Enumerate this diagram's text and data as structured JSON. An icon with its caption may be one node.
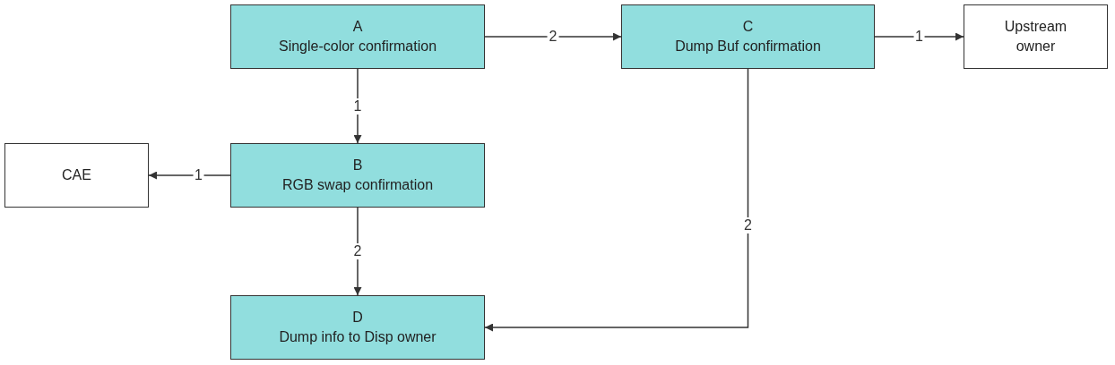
{
  "diagram": {
    "nodes": [
      {
        "text": [
          "A",
          "Single-color confirmation"
        ]
      },
      {
        "text": [
          "C",
          "Dump Buf confirmation"
        ]
      },
      {
        "text": [
          "Upstream owner"
        ]
      },
      {
        "text": [
          "CAE"
        ]
      },
      {
        "text": [
          "B",
          "RGB swap confirmation"
        ]
      },
      {
        "text": [
          "D",
          "Dump info to Disp owner"
        ]
      }
    ],
    "edges": [
      {
        "from": 0,
        "to": 1,
        "arrow": "to",
        "label": "2"
      },
      {
        "from": 1,
        "to": 2,
        "arrow": "to",
        "label": "1"
      },
      {
        "from": 0,
        "to": 4,
        "arrow": "to",
        "label": "1"
      },
      {
        "from": 4,
        "to": 3,
        "arrow": "to",
        "label": "1"
      },
      {
        "from": 4,
        "to": 5,
        "arrow": "to",
        "label": "2"
      },
      {
        "from": 1,
        "to": 5,
        "arrow": "to",
        "label": "2"
      }
    ]
  }
}
